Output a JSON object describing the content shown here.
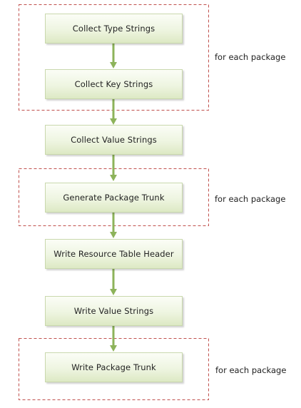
{
  "colors": {
    "box_border": "#c9d8ad",
    "box_fill_top": "#fbfdf6",
    "box_fill_bottom": "#dde9c4",
    "arrow": "#8db35a",
    "group_border": "#c0504d",
    "text": "#222222"
  },
  "steps": [
    {
      "label": "Collect Type Strings"
    },
    {
      "label": "Collect Key Strings"
    },
    {
      "label": "Collect Value Strings"
    },
    {
      "label": "Generate Package Trunk"
    },
    {
      "label": "Write Resource Table Header"
    },
    {
      "label": "Write Value Strings"
    },
    {
      "label": "Write Package Trunk"
    }
  ],
  "groups": [
    {
      "label": "for each package"
    },
    {
      "label": "for each package"
    },
    {
      "label": "for each package"
    }
  ]
}
